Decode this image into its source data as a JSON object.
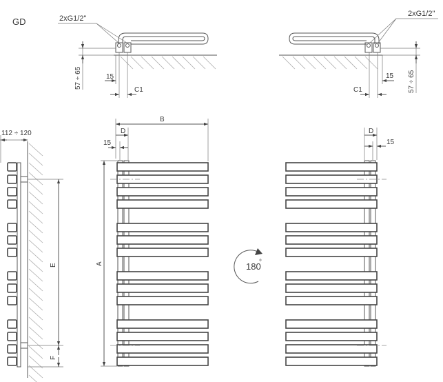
{
  "drawing": {
    "model_code": "GD",
    "connection_label": "2xG1/2\"",
    "wall_distance_top": "57 ÷ 65",
    "dim_15": "15",
    "dim_c1": "C1",
    "wall_distance_side": "112 ÷ 120",
    "dim_b": "B",
    "dim_d": "D",
    "dim_a": "A",
    "dim_e": "E",
    "dim_f": "F",
    "rotation_label": "180",
    "rotation_unit": "°"
  },
  "colors": {
    "line": "#555555",
    "hatch": "#aaaaaa",
    "text": "#3a3a3a"
  }
}
